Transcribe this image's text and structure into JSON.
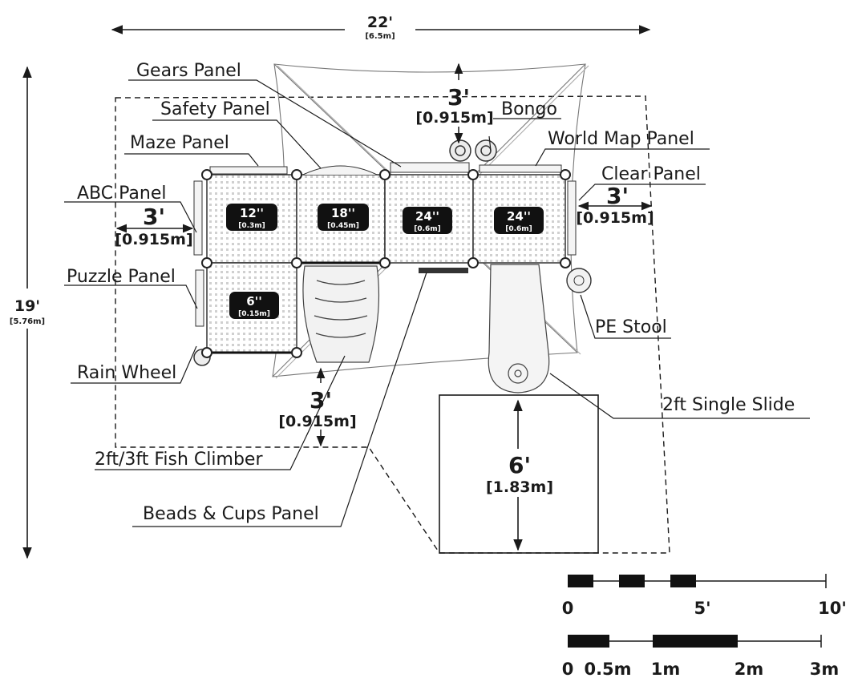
{
  "overall": {
    "width_ft": "22'",
    "width_m": "[6.5m]",
    "depth_ft": "19'",
    "depth_m": "[5.76m]"
  },
  "labels": {
    "gears": "Gears Panel",
    "safety": "Safety Panel",
    "maze": "Maze Panel",
    "abc": "ABC Panel",
    "puzzle": "Puzzle Panel",
    "rain": "Rain Wheel",
    "fish": "2ft/3ft Fish Climber",
    "beads": "Beads & Cups Panel",
    "bongo": "Bongo",
    "worldmap": "World Map Panel",
    "clear": "Clear Panel",
    "stool": "PE Stool",
    "slide": "2ft Single Slide"
  },
  "dims": {
    "top_ft": "3'",
    "top_m": "[0.915m]",
    "left_ft": "3'",
    "left_m": "[0.915m]",
    "right_ft": "3'",
    "right_m": "[0.915m]",
    "bottom_ft": "3'",
    "bottom_m": "[0.915m]",
    "slide_ft": "6'",
    "slide_m": "[1.83m]"
  },
  "decks": [
    {
      "h": "12''",
      "m": "[0.3m]"
    },
    {
      "h": "18''",
      "m": "[0.45m]"
    },
    {
      "h": "24''",
      "m": "[0.6m]"
    },
    {
      "h": "24''",
      "m": "[0.6m]"
    },
    {
      "h": "6''",
      "m": "[0.15m]"
    }
  ],
  "scale": {
    "ft_ticks": [
      "0",
      "5'",
      "10'"
    ],
    "m_ticks": [
      "0",
      "0.5m",
      "1m",
      "2m",
      "3m"
    ]
  },
  "colors": {
    "line": "#1a1a1a",
    "deck": "#ffffff",
    "tag": "#111111"
  }
}
